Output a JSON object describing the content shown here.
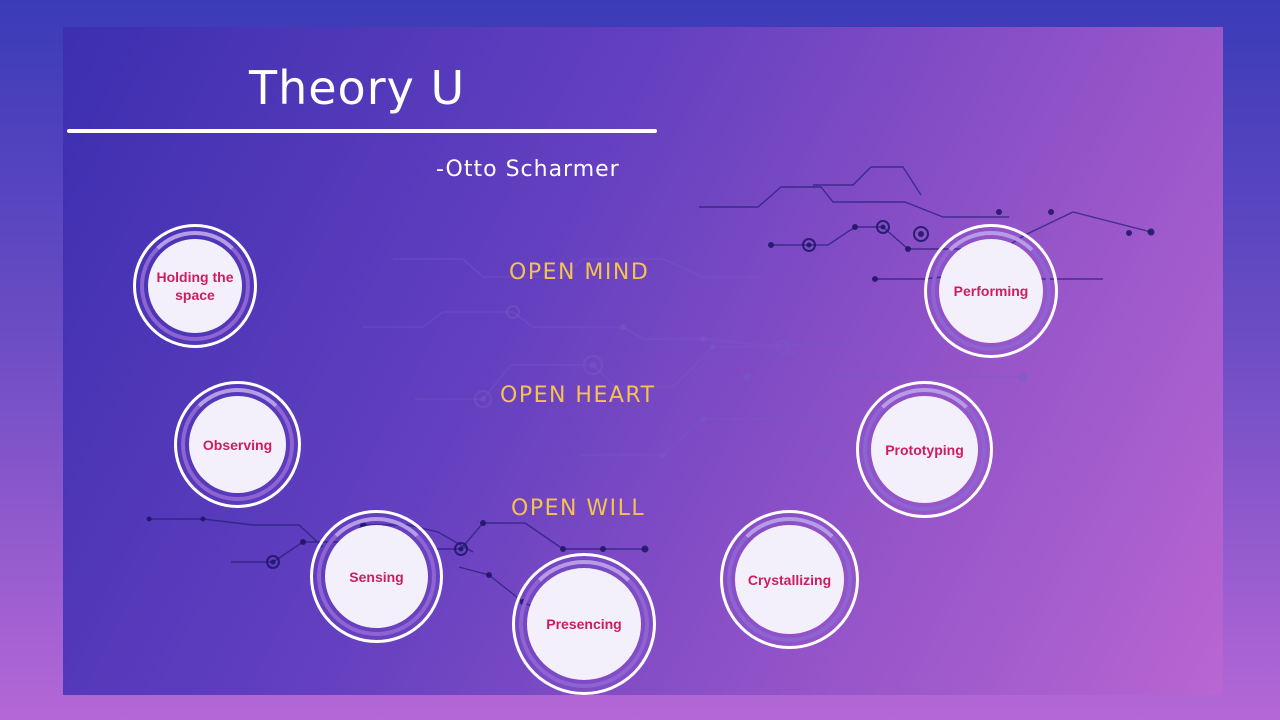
{
  "title": "Theory U",
  "author": "-Otto Scharmer",
  "levels": {
    "mind": "OPEN MIND",
    "heart": "OPEN HEART",
    "will": "OPEN WILL"
  },
  "nodes": {
    "holding": "Holding the space",
    "observing": "Observing",
    "sensing": "Sensing",
    "presencing": "Presencing",
    "crystallizing": "Crystallizing",
    "prototyping": "Prototyping",
    "performing": "Performing"
  },
  "colors": {
    "level_text": "#f4c152",
    "node_label": "#cc1e5e",
    "node_fill": "#f4f0fb"
  }
}
